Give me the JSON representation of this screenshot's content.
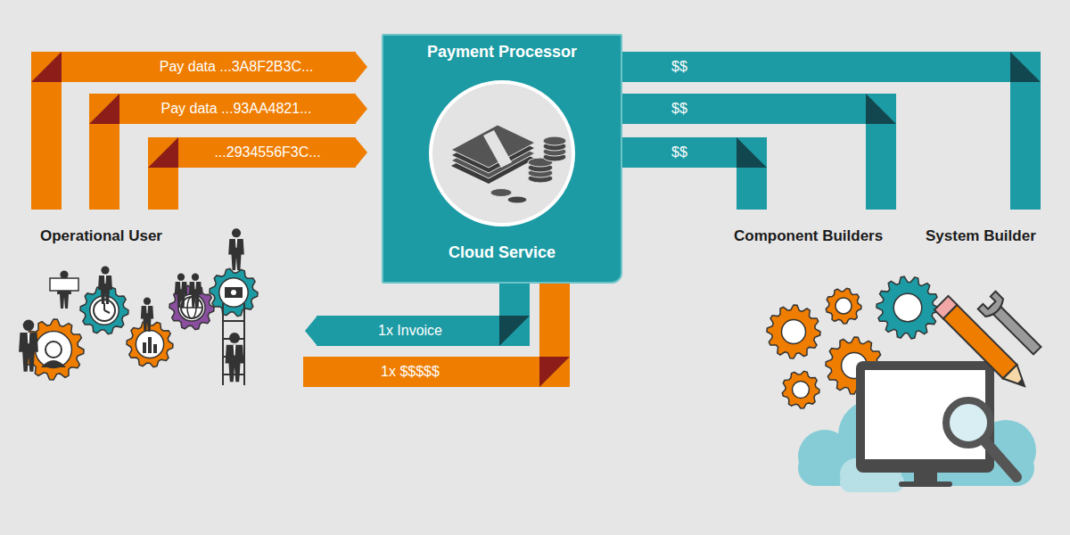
{
  "diagram": {
    "nodes": [
      {
        "text": [
          "Payment Processor",
          "Cloud Service"
        ]
      },
      {
        "text": [
          "Operational User"
        ]
      },
      {
        "text": [
          "Component Builders"
        ]
      },
      {
        "text": [
          "System Builder"
        ]
      }
    ],
    "edges": [
      {
        "from": 1,
        "to": 0,
        "label": "Pay data ...3A8F2B3C...",
        "arrow": "to"
      },
      {
        "from": 1,
        "to": 0,
        "label": "Pay data ...93AA4821...",
        "arrow": "to"
      },
      {
        "from": 1,
        "to": 0,
        "label": "...2934556F3C...",
        "arrow": "to"
      },
      {
        "from": 0,
        "to": 3,
        "label": "$$",
        "arrow": "none"
      },
      {
        "from": 0,
        "to": 2,
        "label": "$$",
        "arrow": "none"
      },
      {
        "from": 0,
        "to": 2,
        "label": "$$",
        "arrow": "none"
      },
      {
        "from": 0,
        "to": 1,
        "label": "1x Invoice",
        "arrow": "to"
      },
      {
        "from": 1,
        "to": 0,
        "label": "1x $$$$$",
        "arrow": "none"
      }
    ]
  }
}
